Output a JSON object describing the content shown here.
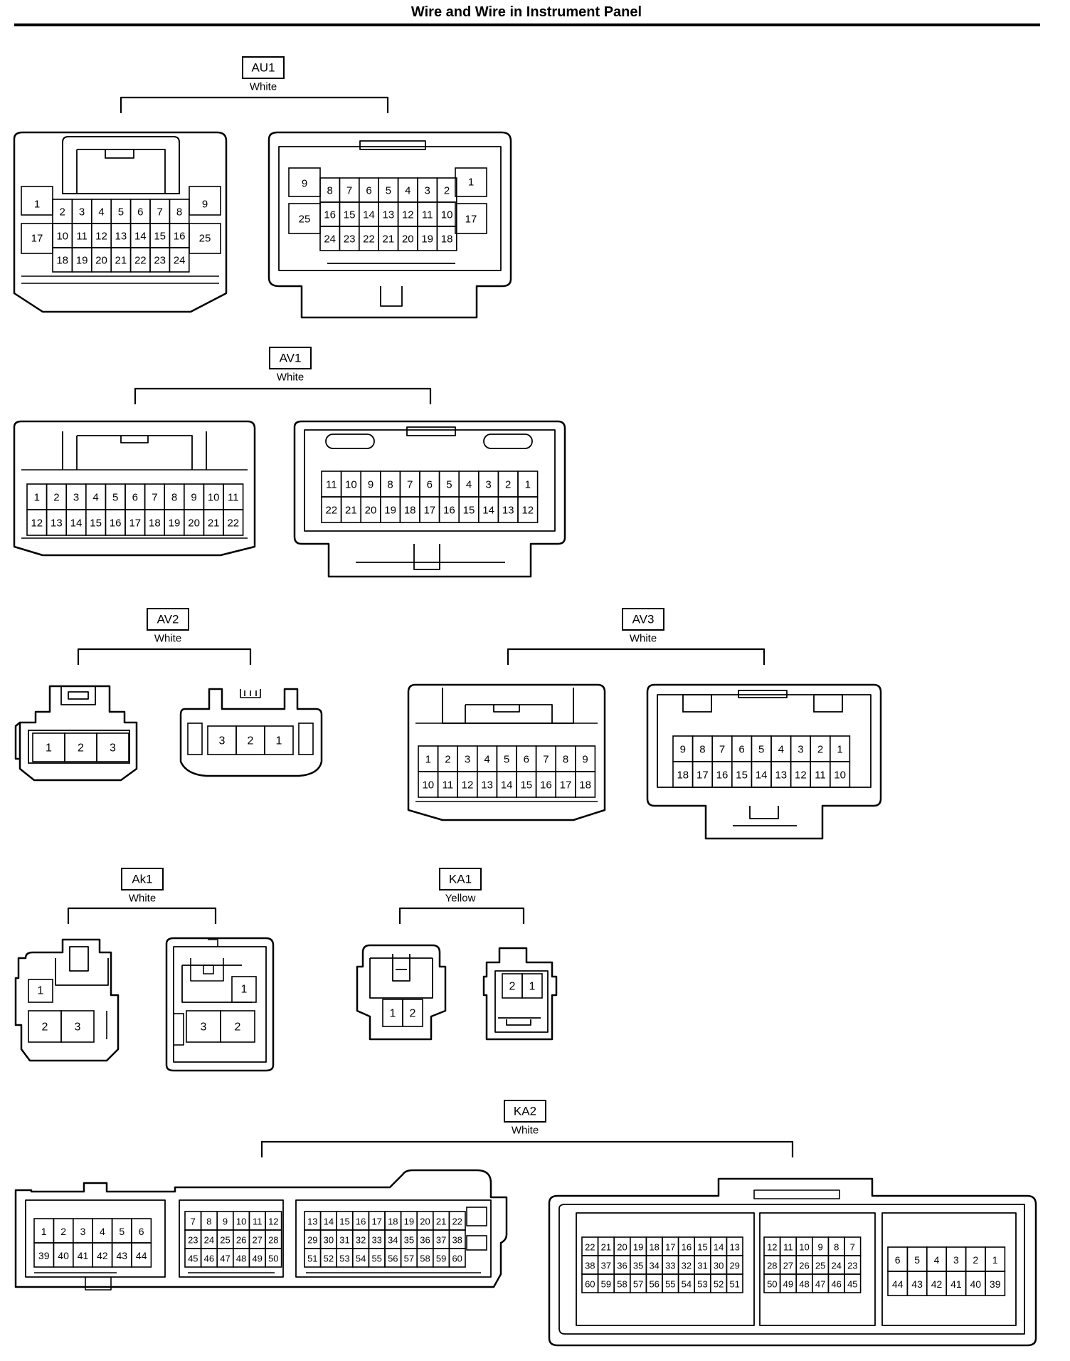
{
  "title": "Wire and Wire in Instrument Panel",
  "connectors": [
    {
      "id": "AU1",
      "color": "White",
      "left": {
        "rows": [
          [
            "1",
            "2",
            "3",
            "4",
            "5",
            "6",
            "7",
            "8",
            "9"
          ],
          [
            "17",
            "10",
            "11",
            "12",
            "13",
            "14",
            "15",
            "16",
            "25"
          ],
          [
            "18",
            "19",
            "20",
            "21",
            "22",
            "23",
            "24"
          ]
        ]
      },
      "right": {
        "rows": [
          [
            "9",
            "8",
            "7",
            "6",
            "5",
            "4",
            "3",
            "2",
            "1"
          ],
          [
            "25",
            "16",
            "15",
            "14",
            "13",
            "12",
            "11",
            "10",
            "17"
          ],
          [
            "24",
            "23",
            "22",
            "21",
            "20",
            "19",
            "18"
          ]
        ]
      }
    },
    {
      "id": "AV1",
      "color": "White",
      "left": {
        "rows": [
          [
            "1",
            "2",
            "3",
            "4",
            "5",
            "6",
            "7",
            "8",
            "9",
            "10",
            "11"
          ],
          [
            "12",
            "13",
            "14",
            "15",
            "16",
            "17",
            "18",
            "19",
            "20",
            "21",
            "22"
          ]
        ]
      },
      "right": {
        "rows": [
          [
            "11",
            "10",
            "9",
            "8",
            "7",
            "6",
            "5",
            "4",
            "3",
            "2",
            "1"
          ],
          [
            "22",
            "21",
            "20",
            "19",
            "18",
            "17",
            "16",
            "15",
            "14",
            "13",
            "12"
          ]
        ]
      }
    },
    {
      "id": "AV2",
      "color": "White",
      "left": {
        "rows": [
          [
            "1",
            "2",
            "3"
          ]
        ]
      },
      "right": {
        "rows": [
          [
            "3",
            "2",
            "1"
          ]
        ]
      }
    },
    {
      "id": "AV3",
      "color": "White",
      "left": {
        "rows": [
          [
            "1",
            "2",
            "3",
            "4",
            "5",
            "6",
            "7",
            "8",
            "9"
          ],
          [
            "10",
            "11",
            "12",
            "13",
            "14",
            "15",
            "16",
            "17",
            "18"
          ]
        ]
      },
      "right": {
        "rows": [
          [
            "9",
            "8",
            "7",
            "6",
            "5",
            "4",
            "3",
            "2",
            "1"
          ],
          [
            "18",
            "17",
            "16",
            "15",
            "14",
            "13",
            "12",
            "11",
            "10"
          ]
        ]
      }
    },
    {
      "id": "Ak1",
      "color": "White",
      "left": {
        "rows": [
          [
            "1"
          ],
          [
            "2",
            "3"
          ]
        ]
      },
      "right": {
        "rows": [
          [
            "1"
          ],
          [
            "3",
            "2"
          ]
        ]
      }
    },
    {
      "id": "KA1",
      "color": "Yellow",
      "left": {
        "rows": [
          [
            "1",
            "2"
          ]
        ]
      },
      "right": {
        "rows": [
          [
            "2",
            "1"
          ]
        ]
      }
    },
    {
      "id": "KA2",
      "color": "White",
      "left": {
        "blocks": [
          [
            [
              "1",
              "2",
              "3",
              "4",
              "5",
              "6"
            ],
            [
              "39",
              "40",
              "41",
              "42",
              "43",
              "44"
            ]
          ],
          [
            [
              "7",
              "8",
              "9",
              "10",
              "11",
              "12"
            ],
            [
              "23",
              "24",
              "25",
              "26",
              "27",
              "28"
            ],
            [
              "45",
              "46",
              "47",
              "48",
              "49",
              "50"
            ]
          ],
          [
            [
              "13",
              "14",
              "15",
              "16",
              "17",
              "18",
              "19",
              "20",
              "21",
              "22"
            ],
            [
              "29",
              "30",
              "31",
              "32",
              "33",
              "34",
              "35",
              "36",
              "37",
              "38"
            ],
            [
              "51",
              "52",
              "53",
              "54",
              "55",
              "56",
              "57",
              "58",
              "59",
              "60"
            ]
          ]
        ]
      },
      "right": {
        "blocks": [
          [
            [
              "22",
              "21",
              "20",
              "19",
              "18",
              "17",
              "16",
              "15",
              "14",
              "13"
            ],
            [
              "38",
              "37",
              "36",
              "35",
              "34",
              "33",
              "32",
              "31",
              "30",
              "29"
            ],
            [
              "60",
              "59",
              "58",
              "57",
              "56",
              "55",
              "54",
              "53",
              "52",
              "51"
            ]
          ],
          [
            [
              "12",
              "11",
              "10",
              "9",
              "8",
              "7"
            ],
            [
              "28",
              "27",
              "26",
              "25",
              "24",
              "23"
            ],
            [
              "50",
              "49",
              "48",
              "47",
              "46",
              "45"
            ]
          ],
          [
            [
              "6",
              "5",
              "4",
              "3",
              "2",
              "1"
            ],
            [
              "44",
              "43",
              "42",
              "41",
              "40",
              "39"
            ]
          ]
        ]
      }
    }
  ]
}
